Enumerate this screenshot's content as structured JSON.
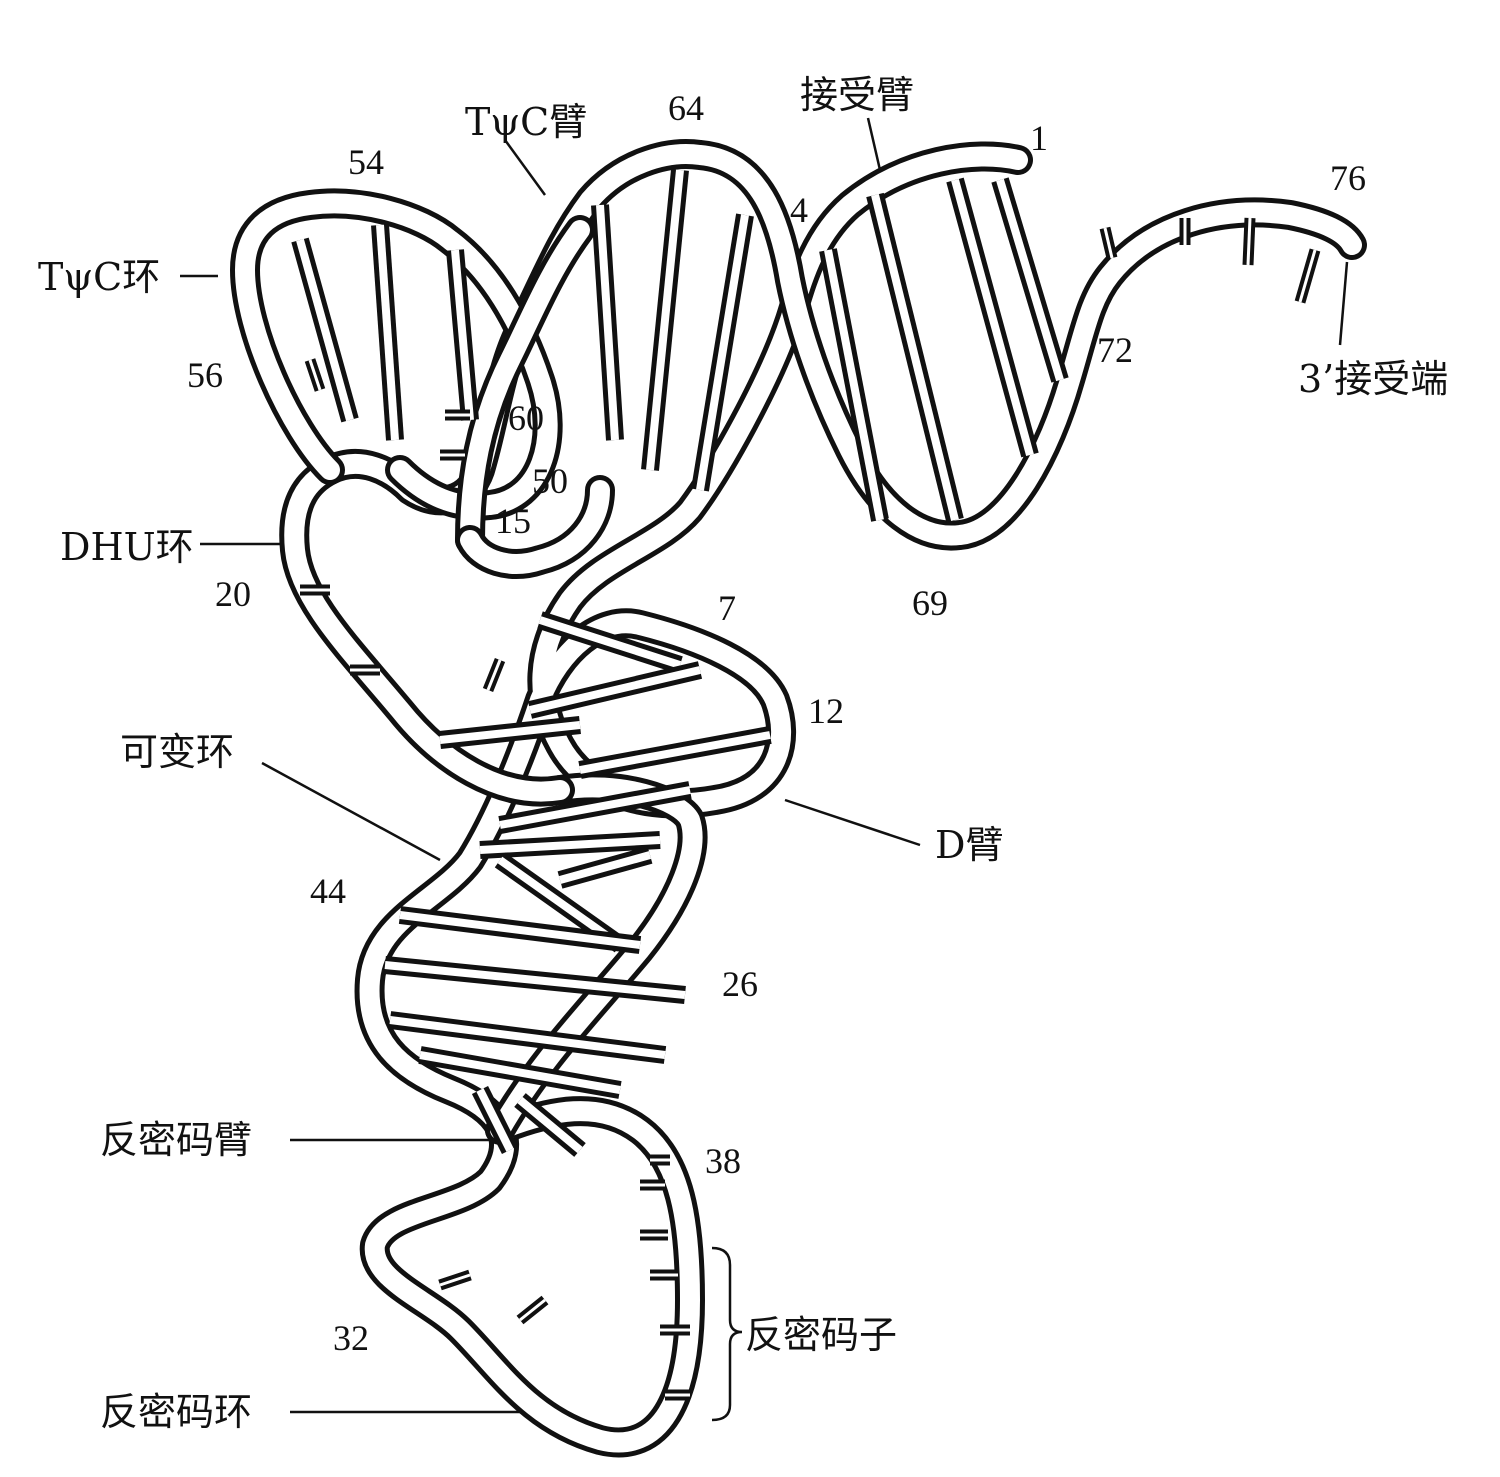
{
  "labels": {
    "tpsic_arm": "TψC臂",
    "acceptor_arm": "接受臂",
    "tpsic_loop": "TψC环",
    "dhu_loop": "DHU环",
    "variable_loop": "可变环",
    "d_arm": "D臂",
    "anticodon_arm": "反密码臂",
    "anticodon": "反密码子",
    "anticodon_loop": "反密码环",
    "three_prime_end": "3’接受端"
  },
  "numbers": {
    "n1": "1",
    "n4": "4",
    "n7": "7",
    "n12": "12",
    "n15": "15",
    "n20": "20",
    "n26": "26",
    "n32": "32",
    "n38": "38",
    "n44": "44",
    "n50": "50",
    "n54": "54",
    "n56": "56",
    "n60": "60",
    "n64": "64",
    "n69": "69",
    "n72": "72",
    "n76": "76"
  }
}
